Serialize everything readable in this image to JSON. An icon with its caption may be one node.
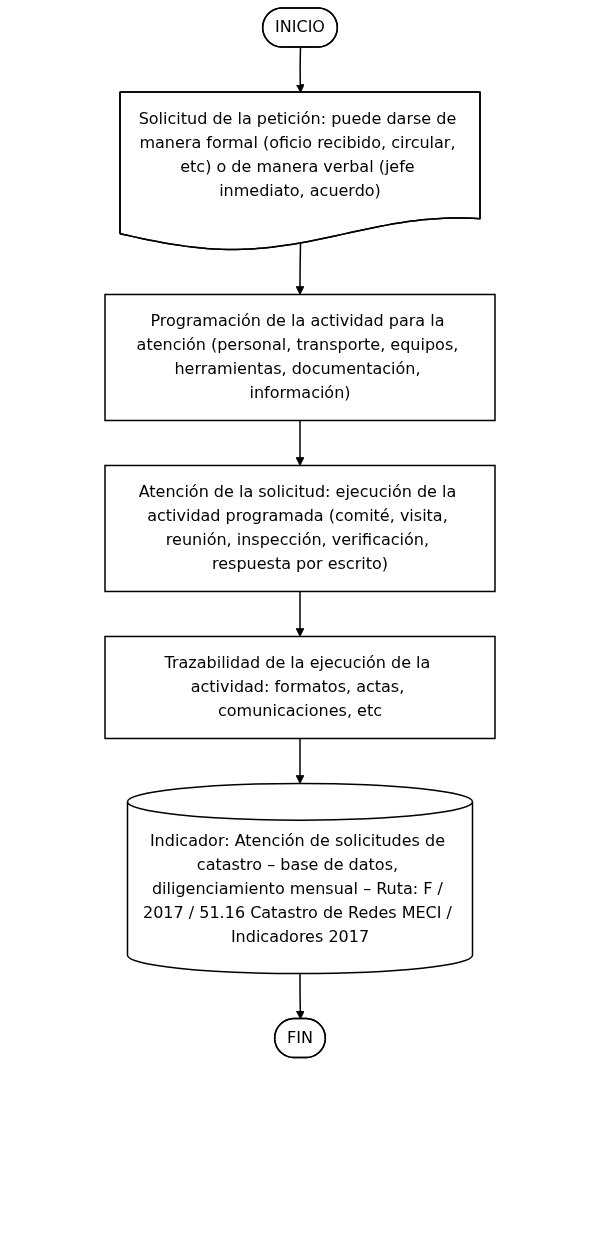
{
  "diagram": {
    "nodes": [
      {
        "text": [
          "INICIO"
        ]
      },
      {
        "text": [
          "Solicitud de la petición: puede darse de manera formal (oficio recibido, circular, etc) o de manera verbal (jefe inmediato, acuerdo)"
        ]
      },
      {
        "text": [
          "Programación de la actividad para la atención (personal, transporte, equipos, herramientas, documentación, información)"
        ]
      },
      {
        "text": [
          "Atención de la solicitud: ejecución de la actividad programada (comité, visita, reunión, inspección, verificación, respuesta por escrito)"
        ]
      },
      {
        "text": [
          "Trazabilidad de la ejecución de la actividad: formatos, actas, comunicaciones, etc"
        ]
      },
      {
        "text": [
          "Indicador: Atención de solicitudes de catastro – base de datos, diligenciamiento mensual – Ruta: F / 2017 / 51.16 Catastro de Redes MECI / Indicadores 2017"
        ]
      },
      {
        "text": [
          "FIN"
        ]
      }
    ],
    "edges": [
      {
        "from": 0,
        "to": 1,
        "arrow": "to"
      },
      {
        "from": 1,
        "to": 2,
        "arrow": "to"
      },
      {
        "from": 2,
        "to": 3,
        "arrow": "to"
      },
      {
        "from": 3,
        "to": 4,
        "arrow": "to"
      },
      {
        "from": 4,
        "to": 5,
        "arrow": "to"
      },
      {
        "from": 5,
        "to": 6,
        "arrow": "to"
      }
    ]
  }
}
